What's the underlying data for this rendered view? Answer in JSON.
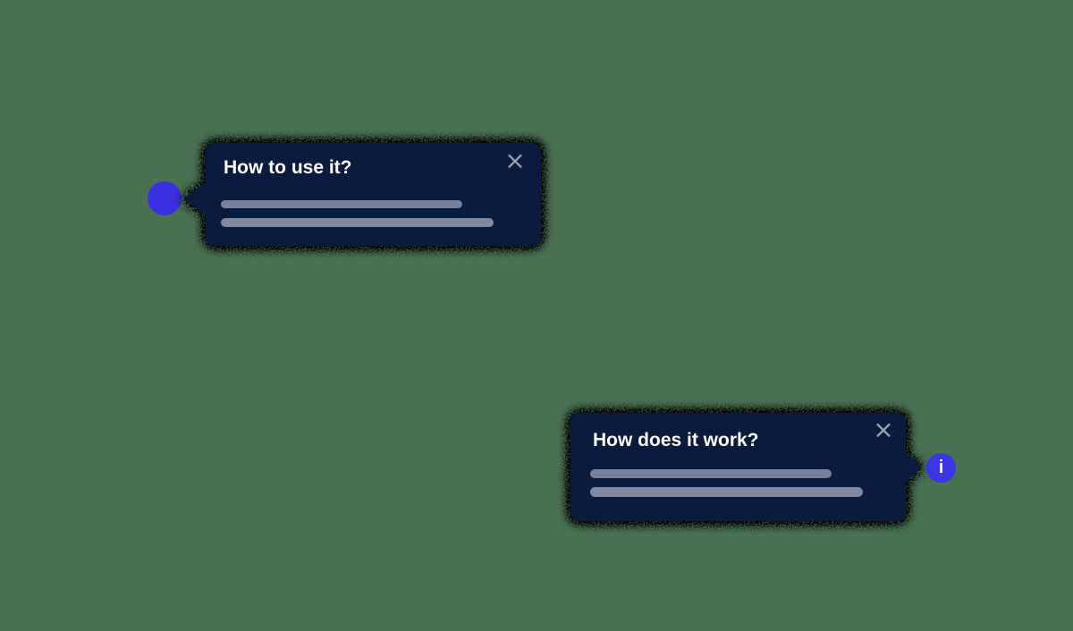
{
  "canvas": {
    "background_color": "#4a7152"
  },
  "colors": {
    "page-bg": "#4a7152",
    "tooltip-bg": "#0a1c3e",
    "title-text": "#ffffff",
    "skeleton-line": "#76819b",
    "skeleton-line-light": "#7f89a0",
    "close-icon": "#9aa2ab",
    "hotspot-blue": "#3a30e1",
    "info-badge-blue": "#3a36e4",
    "info-glyph": "#ffffff"
  },
  "tooltips": [
    {
      "title": "How to use it?",
      "close_icon": "×",
      "arrow_direction": "left",
      "placeholder_line_count": 2,
      "anchor": {
        "type": "dot",
        "glyph": ""
      }
    },
    {
      "title": "How does it work?",
      "close_icon": "×",
      "arrow_direction": "right",
      "placeholder_line_count": 2,
      "anchor": {
        "type": "info-badge",
        "glyph": "i"
      }
    }
  ]
}
